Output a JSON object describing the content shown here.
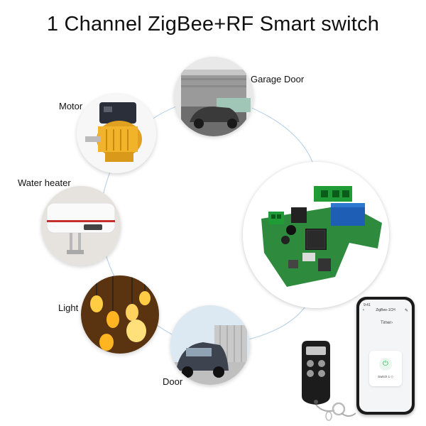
{
  "title": "1 Channel ZigBee+RF Smart switch",
  "items": [
    {
      "label": "Garage Door",
      "icon": "garage-door-photo"
    },
    {
      "label": "Motor",
      "icon": "motor-photo"
    },
    {
      "label": "Water heater",
      "icon": "water-heater-photo"
    },
    {
      "label": "Light",
      "icon": "light-bulbs-photo"
    },
    {
      "label": "Door",
      "icon": "car-gate-photo"
    }
  ],
  "phone": {
    "status": "9:41",
    "title": "ZigBee-1CH",
    "timer": "Timer",
    "switch_label": "Switch 1 ◇"
  },
  "colors": {
    "pcb": "#2e8b3e",
    "relay": "#1e5fb5",
    "terminal": "#1f9c36",
    "connector_line": "#bcd3e8",
    "power_on": "#2fb35a"
  }
}
